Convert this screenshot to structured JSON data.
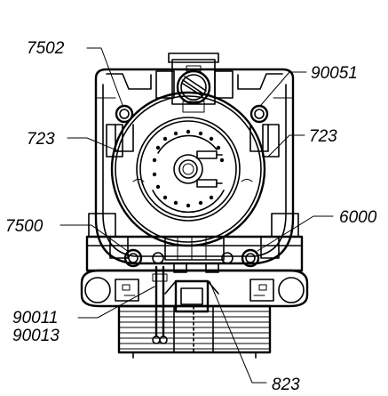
{
  "labels": {
    "l7502": "7502",
    "l90051": "90051",
    "l723_left": "723",
    "l723_right": "723",
    "l7500": "7500",
    "l6000": "6000",
    "l90011": "90011",
    "l90013": "90013",
    "l823": "823"
  },
  "colors": {
    "line": "#000000",
    "background": "#ffffff"
  }
}
